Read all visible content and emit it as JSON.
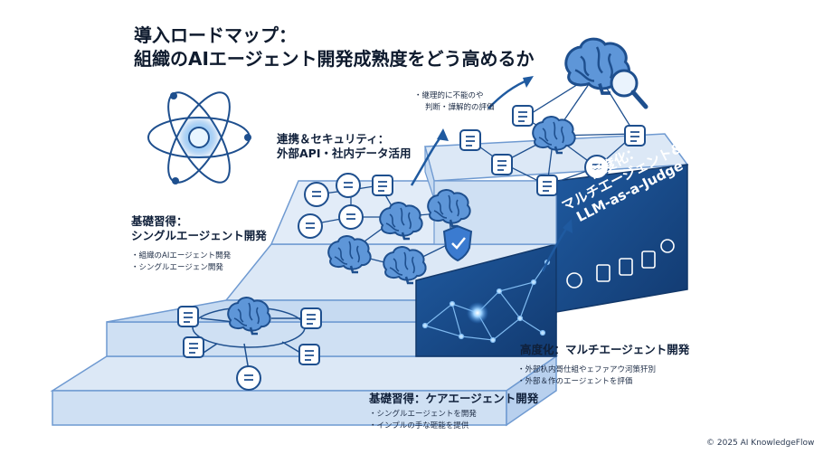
{
  "title": {
    "line1": "導入ロードマップ：",
    "line2": "組織のAIエージェント開発成熟度をどう高めるか"
  },
  "steps": [
    {
      "id": "step1",
      "heading": "基礎習得：ケアエージェント開発",
      "bullets": [
        "シングルエージェントを開発",
        "インプルの手な砸能を提供"
      ]
    },
    {
      "id": "step2",
      "heading_lines": [
        "基礎習得：",
        "シングルエージェント開発"
      ],
      "bullets": [
        "組織のAIエージェント開発",
        "シングルエージェン開発"
      ]
    },
    {
      "id": "step3",
      "heading_lines": [
        "連携＆セキュリティ：",
        "外部API・社内データ活用"
      ]
    },
    {
      "id": "step4",
      "heading": "高度化：マルチエージェント開発",
      "bullets": [
        "外部杁内哥仕組やェファアウ河策犴別",
        "外部＆作のエージェントを評価"
      ]
    },
    {
      "id": "step5",
      "bullets": [
        "継理的に不能のや",
        "判断・譁解的の評価"
      ]
    }
  ],
  "front_face_label": {
    "line1": "高度化：",
    "line2": "マルチエージェント&",
    "line3": "LLM-as-a-Judge"
  },
  "footer": "© 2025 AI KnowledgeFlow",
  "colors": {
    "top": "#dce8f6",
    "side": "#b9d0ec",
    "front": "#cfe0f3",
    "front_dark": "#1e4f8e",
    "front_darker": "#16407a",
    "accent": "#2a70c2",
    "brain": "#5b91d4"
  }
}
